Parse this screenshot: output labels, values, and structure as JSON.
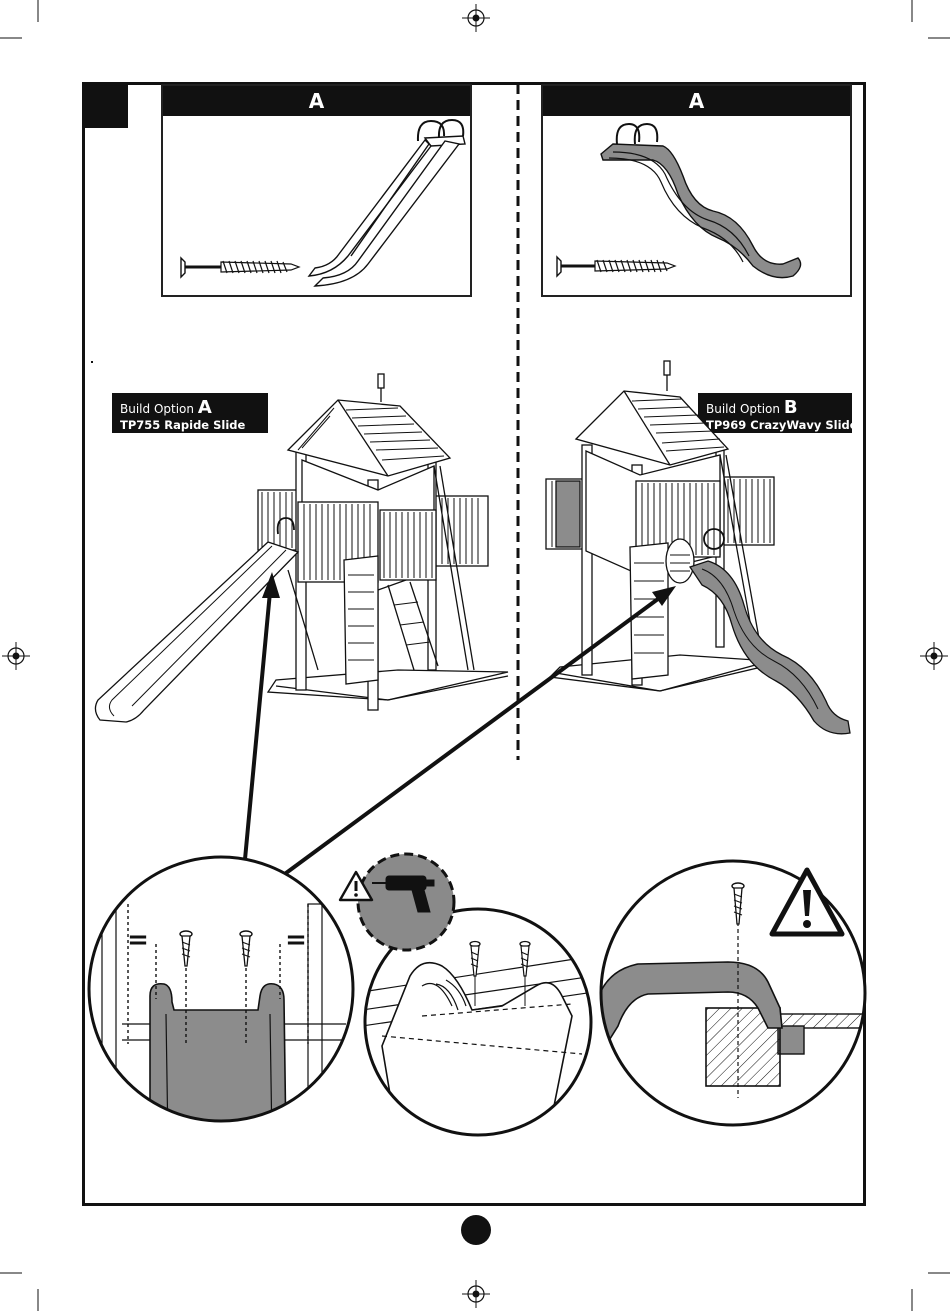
{
  "parts": {
    "left_header": "A",
    "right_header": "A"
  },
  "options": {
    "a": {
      "prefix": "Build Option",
      "letter": "A",
      "name": "TP755 Rapide Slide"
    },
    "b": {
      "prefix": "Build Option",
      "letter": "B",
      "name": "TP969 CrazyWavy Slide"
    }
  },
  "detail_marks": {
    "equal_left": "=",
    "equal_right": "="
  },
  "icons": {
    "warning": "warning-triangle-icon",
    "drill": "power-drill-icon",
    "screw": "countersunk-screw-icon",
    "registration": "registration-mark-icon"
  },
  "colors": {
    "ink": "#111111",
    "slide_grey": "#8c8c8c",
    "drill_badge": "#8a8a8a"
  }
}
